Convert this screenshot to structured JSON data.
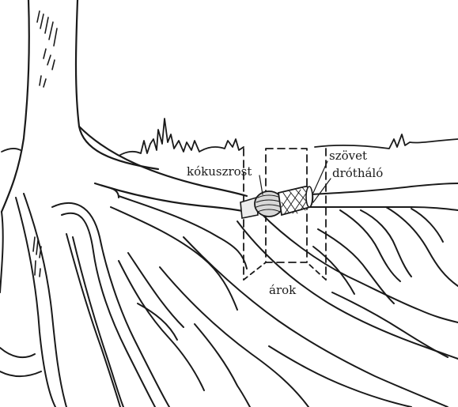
{
  "diagram": {
    "labels": {
      "coconut_fiber": "kókuszrost",
      "fabric": "szövet",
      "wire_mesh": "drótháló",
      "trench": "árok"
    },
    "colors": {
      "ink": "#1a1a1a",
      "background": "#ffffff",
      "fiber_fill": "#d8d8d8",
      "pipe_fill": "#ececec"
    }
  }
}
